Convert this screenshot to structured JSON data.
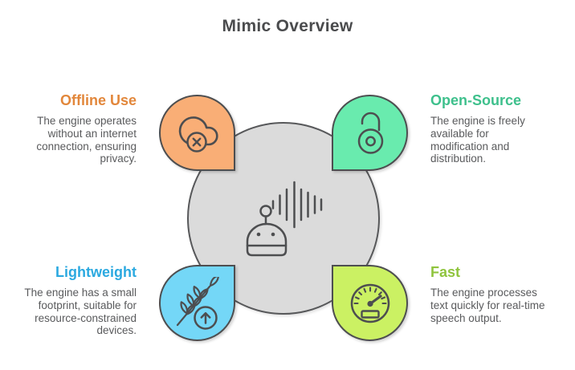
{
  "title": "Mimic Overview",
  "center": {
    "icon": "robot-voice-waves-icon",
    "fill": "#DBDBDB",
    "border_color": "#57585A"
  },
  "outline_color": "#4D4E50",
  "body_text_color": "#595A5C",
  "features": [
    {
      "id": "offline-use",
      "position": "top-left",
      "heading": "Offline Use",
      "body": "The engine operates\nwithout an internet\nconnection, ensuring\nprivacy.",
      "heading_color": "#E2873B",
      "shape_fill": "#F9AE76",
      "icon": "cloud-offline-icon"
    },
    {
      "id": "open-source",
      "position": "top-right",
      "heading": "Open-Source",
      "body": "The engine is freely\navailable for\nmodification and\ndistribution.",
      "heading_color": "#3EC08C",
      "shape_fill": "#69EBAE",
      "icon": "unlock-icon"
    },
    {
      "id": "lightweight",
      "position": "bottom-left",
      "heading": "Lightweight",
      "body": "The engine has a small\nfootprint, suitable for\nresource-constrained\ndevices.",
      "heading_color": "#2BA9E0",
      "shape_fill": "#74D7F7",
      "icon": "feather-arrow-up-icon"
    },
    {
      "id": "fast",
      "position": "bottom-right",
      "heading": "Fast",
      "body": "The engine processes\ntext quickly for real-time\nspeech output.",
      "heading_color": "#8FC43D",
      "shape_fill": "#CBF163",
      "icon": "speedometer-icon"
    }
  ]
}
